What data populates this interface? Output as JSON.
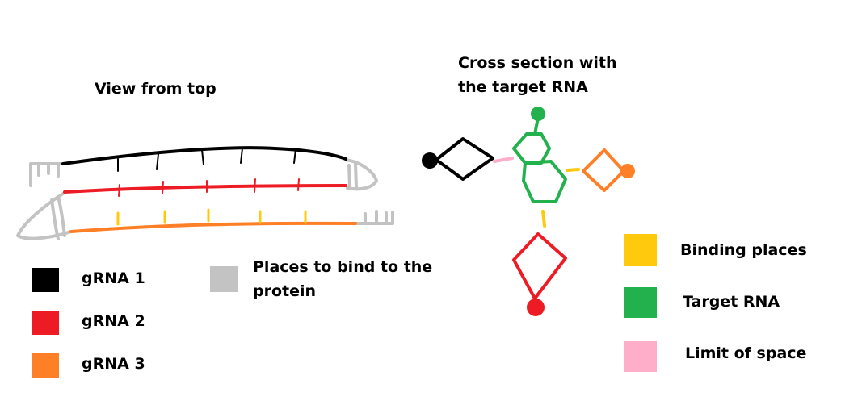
{
  "titles": {
    "top_view": "View from top",
    "cross_section_line1": "Cross section with",
    "cross_section_line2": "the target RNA"
  },
  "legend": {
    "grna1": {
      "label": "gRNA 1",
      "color": "#000000"
    },
    "grna2": {
      "label": "gRNA 2",
      "color": "#ed1c24"
    },
    "grna3": {
      "label": "gRNA 3",
      "color": "#ff7f27"
    },
    "protein_binding": {
      "label_line1": "Places to bind to the",
      "label_line2": "protein",
      "color": "#c3c3c3"
    },
    "binding_places": {
      "label": "Binding places",
      "color": "#ffc90e"
    },
    "target_rna": {
      "label": "Target RNA",
      "color": "#22b14c"
    },
    "limit_space": {
      "label": "Limit of space",
      "color": "#ffaec9"
    }
  }
}
